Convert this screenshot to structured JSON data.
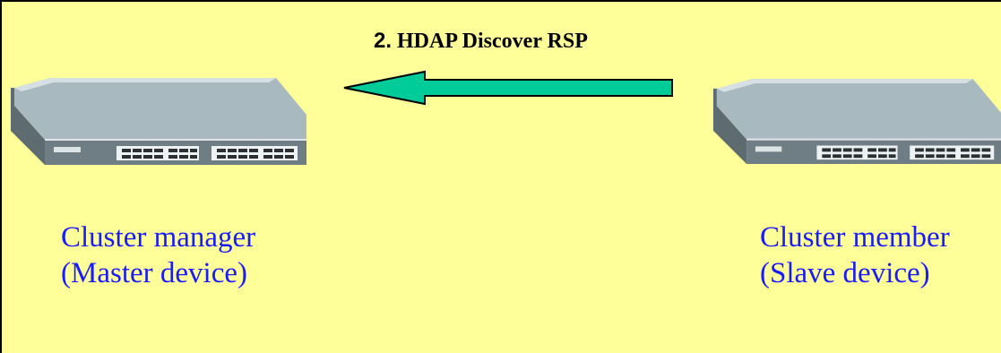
{
  "step": {
    "number": "2.",
    "message": "HDAP Discover RSP",
    "arrow_color": "#00cc99",
    "direction": "right-to-left"
  },
  "manager": {
    "name": "Cluster manager",
    "role": "(Master device)",
    "icon": "network-switch-icon"
  },
  "member": {
    "name": "Cluster member",
    "role": "(Slave device)",
    "icon": "network-switch-icon"
  },
  "colors": {
    "background": "#ffff99",
    "label_text": "#1a1aff"
  }
}
